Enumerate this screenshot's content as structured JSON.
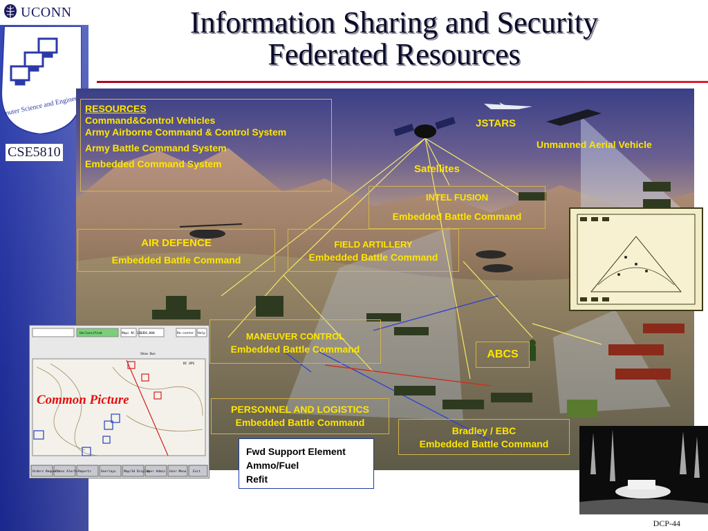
{
  "header": {
    "university": "UCONN",
    "course": "CSE5810",
    "logo_caption": "Computer Science and Engineering"
  },
  "title": {
    "line1": "Information Sharing and Security",
    "line2": "Federated Resources"
  },
  "resources": {
    "heading": "RESOURCES",
    "items": [
      "Command&Control Vehicles",
      "Army Airborne Command & Control System",
      "Army Battle Command System",
      "Embedded Command System"
    ]
  },
  "labels": {
    "jstars": "JSTARS",
    "uav": "Unmanned Aerial Vehicle",
    "satellites": "Satellites",
    "intel_title": "INTEL FUSION",
    "intel_sub": "Embedded Battle Command",
    "air_title": "AIR DEFENCE",
    "air_sub": "Embedded Battle Command",
    "field_title": "FIELD ARTILLERY",
    "field_sub": "Embedded Battle Command",
    "maneuver_title": "MANEUVER CONTROL",
    "maneuver_sub": "Embedded Battle Command",
    "personnel_title": "PERSONNEL AND LOGISTICS",
    "personnel_sub": "Embedded Battle Command",
    "bradley_title": "Bradley / EBC",
    "bradley_sub": "Embedded Battle Command",
    "abcs": "ABCS",
    "common_picture": "Common Picture"
  },
  "fwd_support": {
    "lines": [
      "Fwd Support Element",
      "Ammo/Fuel",
      "Refit"
    ]
  },
  "common_picture_ui": {
    "row1": [
      "Unclassified",
      "Mapc Nl 1113",
      "1:50,000",
      "Re-center",
      "Help"
    ],
    "row3": [
      "Show Own",
      "BC OPS"
    ],
    "buttons": [
      "Orders Requests",
      "Fires Alerts",
      "Reports",
      "Overlays",
      "Map/3d Display",
      "User Admin",
      "User Menu",
      "Exit"
    ]
  },
  "footer": {
    "slide_id": "DCP-44"
  },
  "colors": {
    "label_yellow": "#ffe600",
    "label_red": "#ff2a2a",
    "rule_red": "#b00020",
    "band_blue": "#2b3aa6"
  }
}
